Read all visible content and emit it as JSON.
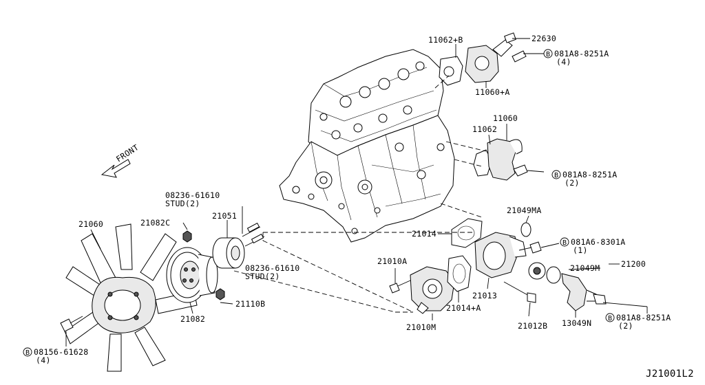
{
  "front_label": "FRONT",
  "diagram_id": "J21001L2",
  "callouts": {
    "p22630": "22630",
    "p11062b": "11062+B",
    "bolt_top_code": "081A8-8251A",
    "bolt_top_qty": "(4)",
    "p11060a": "11060+A",
    "p11060": "11060",
    "p11062": "11062",
    "bolt_mid_code": "081A8-8251A",
    "bolt_mid_qty": "(2)",
    "stud_upper_code": "08236-61610",
    "stud_upper_word": "STUD(2)",
    "p21060": "21060",
    "p21082c": "21082C",
    "p21051": "21051",
    "p21049ma": "21049MA",
    "p21014": "21014",
    "bolt_therm_code": "081A6-8301A",
    "bolt_therm_qty": "(1)",
    "stud_lower_code": "08236-61610",
    "stud_lower_word": "STUD(2)",
    "p21010a": "21010A",
    "p21049m": "21049M",
    "p21200": "21200",
    "p21110b": "21110B",
    "p21013": "21013",
    "p21082": "21082",
    "p21014a": "21014+A",
    "p13049n": "13049N",
    "bolt_outlet_code": "081A8-8251A",
    "bolt_outlet_qty": "(2)",
    "p21010m": "21010M",
    "p21012b": "21012B",
    "bolt_fan_code": "08156-61628",
    "bolt_fan_qty": "(4)",
    "b": "B"
  }
}
